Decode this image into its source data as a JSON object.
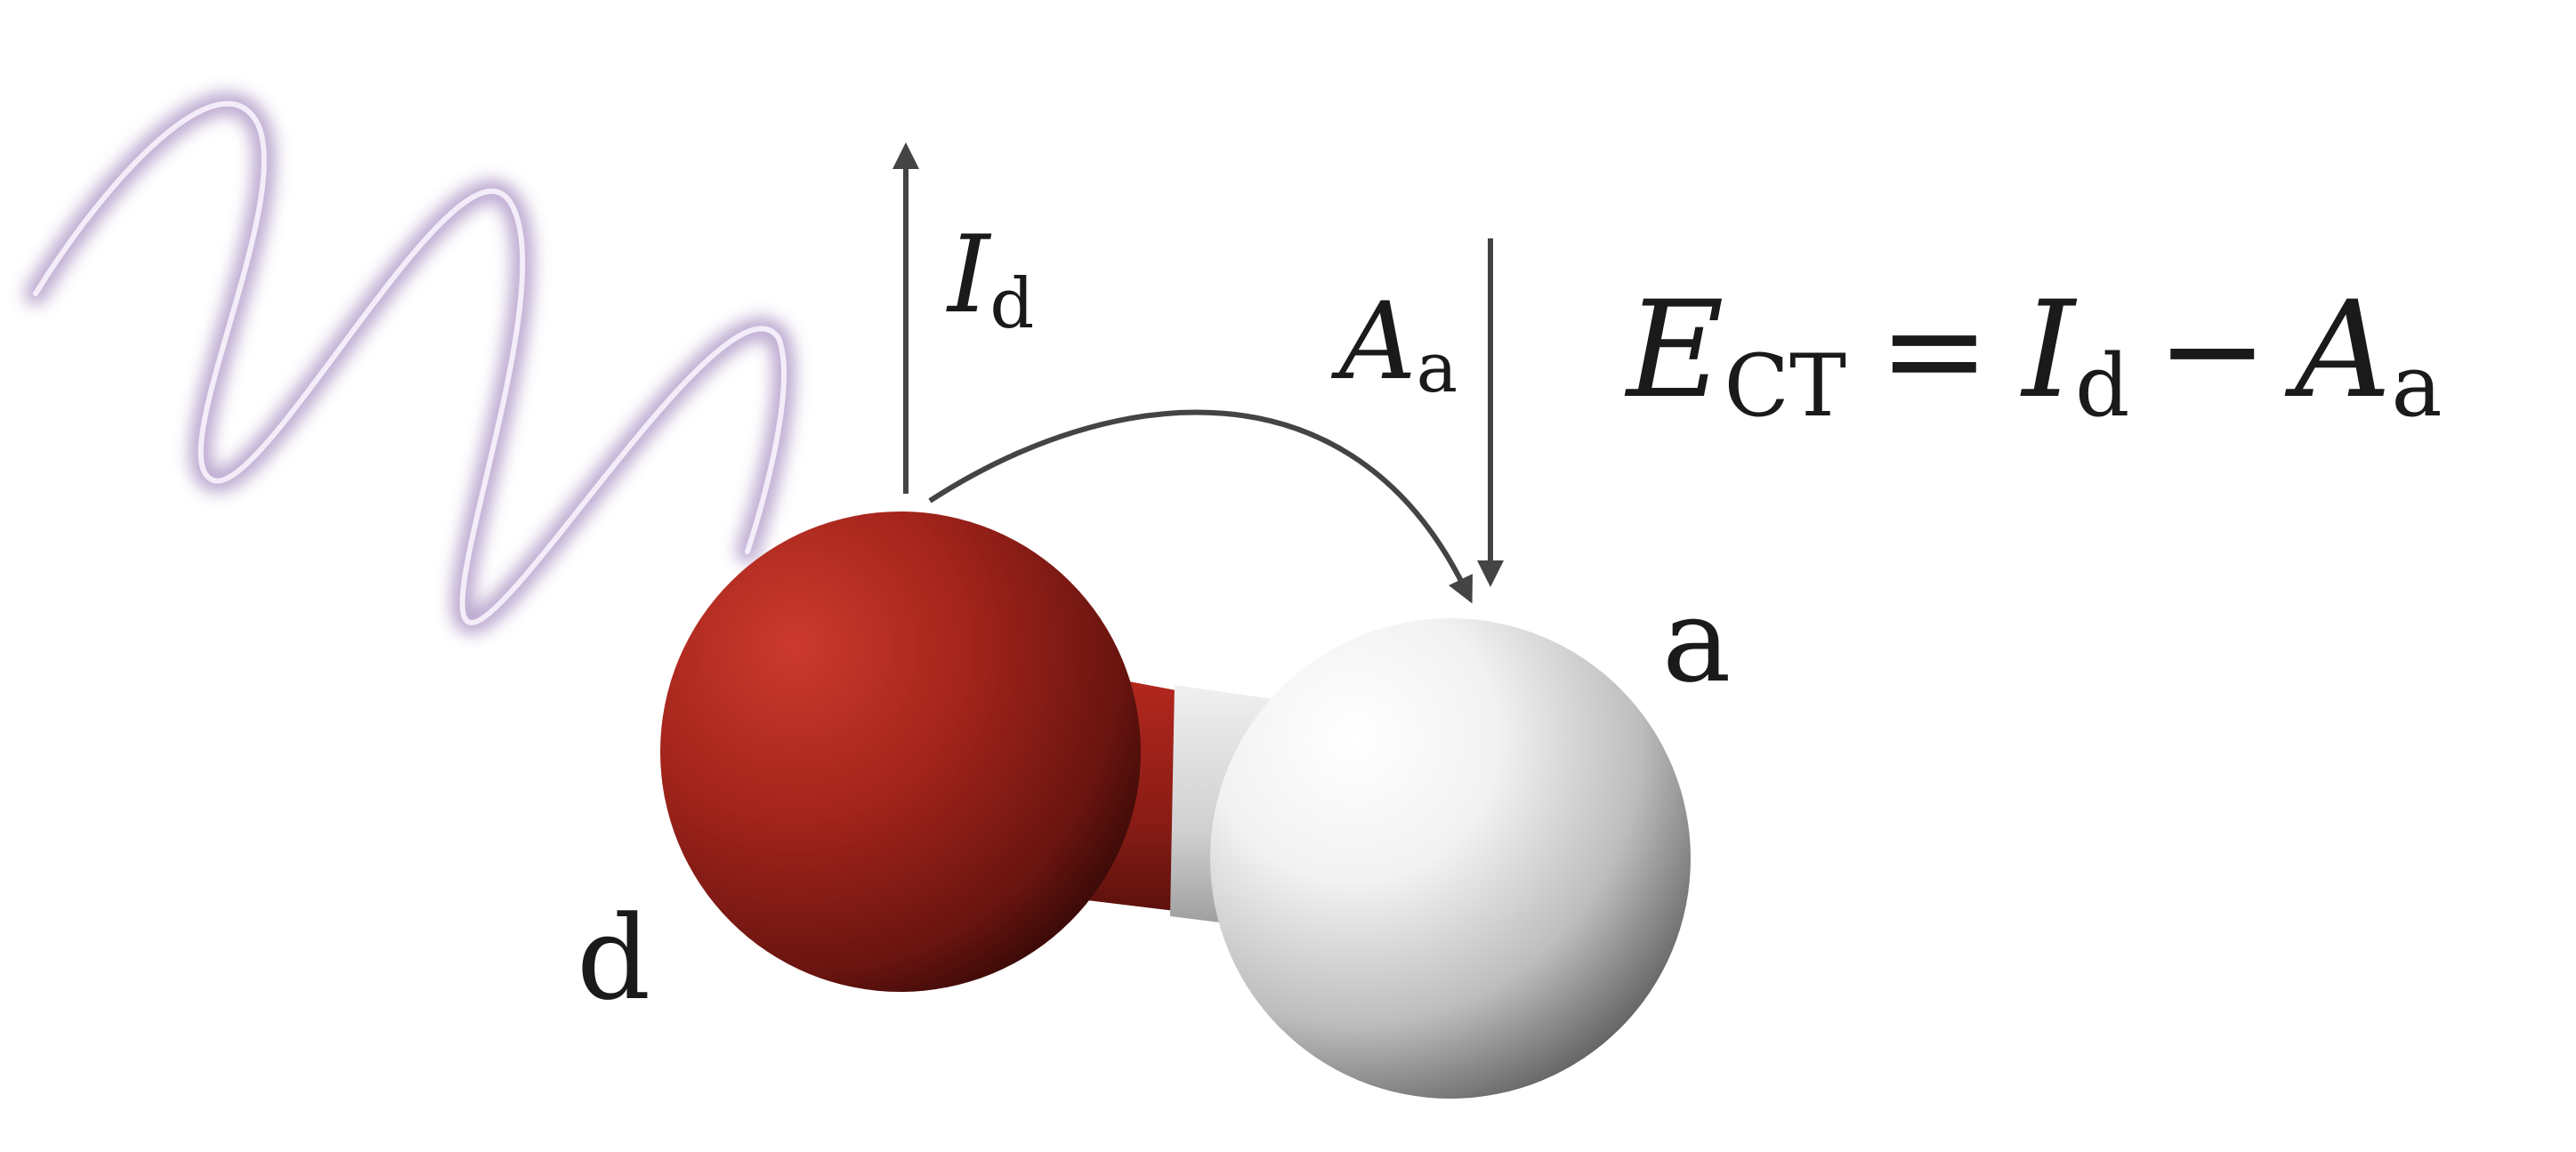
{
  "labels": {
    "donor": "d",
    "acceptor": "a",
    "ionization_symbol": "I",
    "ionization_sub": "d",
    "affinity_symbol": "A",
    "affinity_sub": "a"
  },
  "equation": {
    "lhs_symbol": "E",
    "lhs_sub": "CT",
    "equals": "=",
    "term1_symbol": "I",
    "term1_sub": "d",
    "minus": "−",
    "term2_symbol": "A",
    "term2_sub": "a"
  },
  "colors": {
    "donor_atom": "#b3261e",
    "acceptor_atom": "#e6e6e6",
    "arrows": "#444444",
    "photon_wave": "#a58cc0",
    "text": "#1a1a1a"
  },
  "icons": {
    "photon": "wavy-photon-icon",
    "donor_atom": "red-sphere",
    "acceptor_atom": "white-sphere"
  }
}
